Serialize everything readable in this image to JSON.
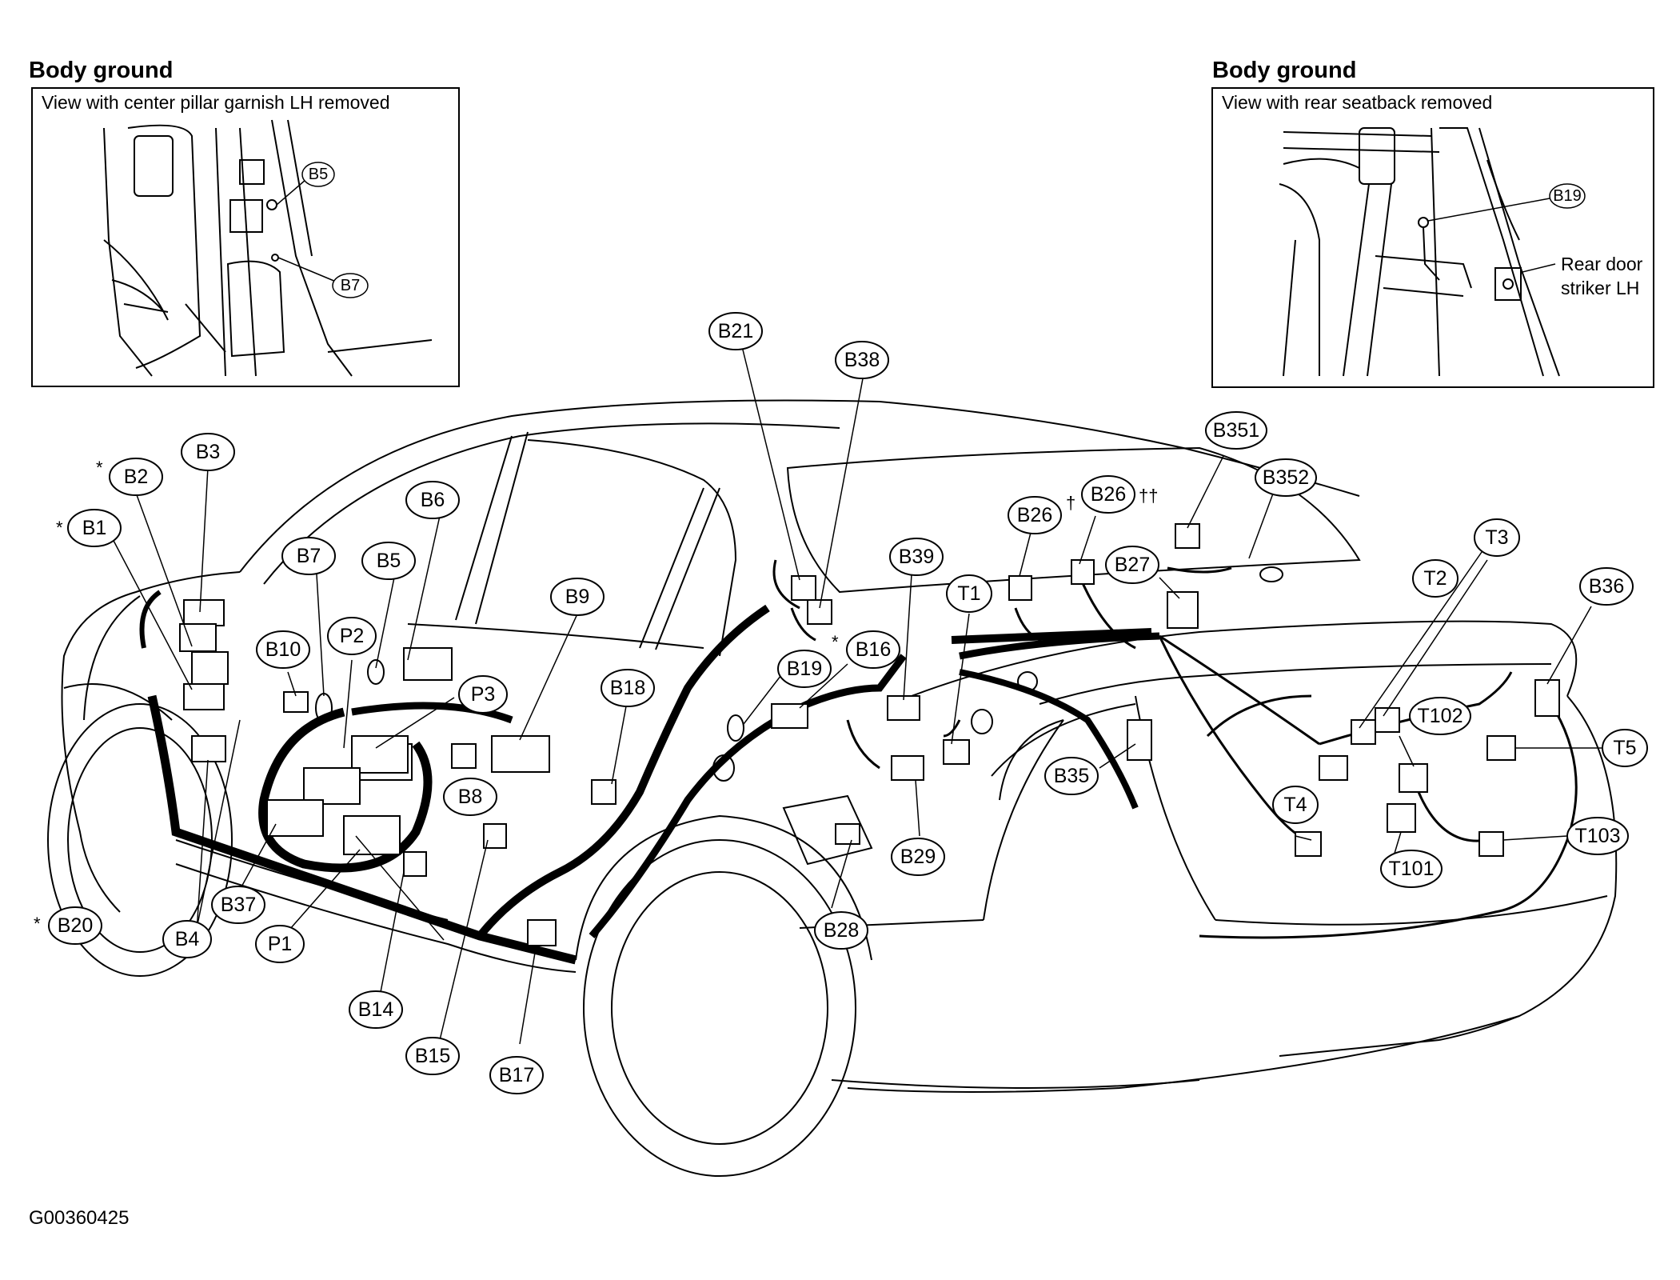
{
  "panels": {
    "left": {
      "title": "Body ground",
      "caption": "View with center pillar garnish LH removed",
      "callouts": [
        "B5",
        "B7"
      ]
    },
    "right": {
      "title": "Body ground",
      "caption": "View with rear seatback removed",
      "callouts": [
        "B19"
      ],
      "note_line1": "Rear door",
      "note_line2": "striker LH"
    }
  },
  "connectors": {
    "B1": "B1",
    "B2": "B2",
    "B3": "B3",
    "B4": "B4",
    "B5": "B5",
    "B6": "B6",
    "B7": "B7",
    "B8": "B8",
    "B9": "B9",
    "B10": "B10",
    "B14": "B14",
    "B15": "B15",
    "B16": "B16",
    "B17": "B17",
    "B18": "B18",
    "B19": "B19",
    "B20": "B20",
    "B21": "B21",
    "B26a": "B26",
    "B26b": "B26",
    "B27": "B27",
    "B28": "B28",
    "B29": "B29",
    "B35": "B35",
    "B36": "B36",
    "B37": "B37",
    "B38": "B38",
    "B39": "B39",
    "B351": "B351",
    "B352": "B352",
    "P1": "P1",
    "P2": "P2",
    "P3": "P3",
    "T1": "T1",
    "T2": "T2",
    "T3": "T3",
    "T4": "T4",
    "T5": "T5",
    "T101": "T101",
    "T102": "T102",
    "T103": "T103"
  },
  "marks": {
    "star": "*",
    "dagger": "†",
    "double_dagger": "††"
  },
  "figure_id": "G00360425"
}
